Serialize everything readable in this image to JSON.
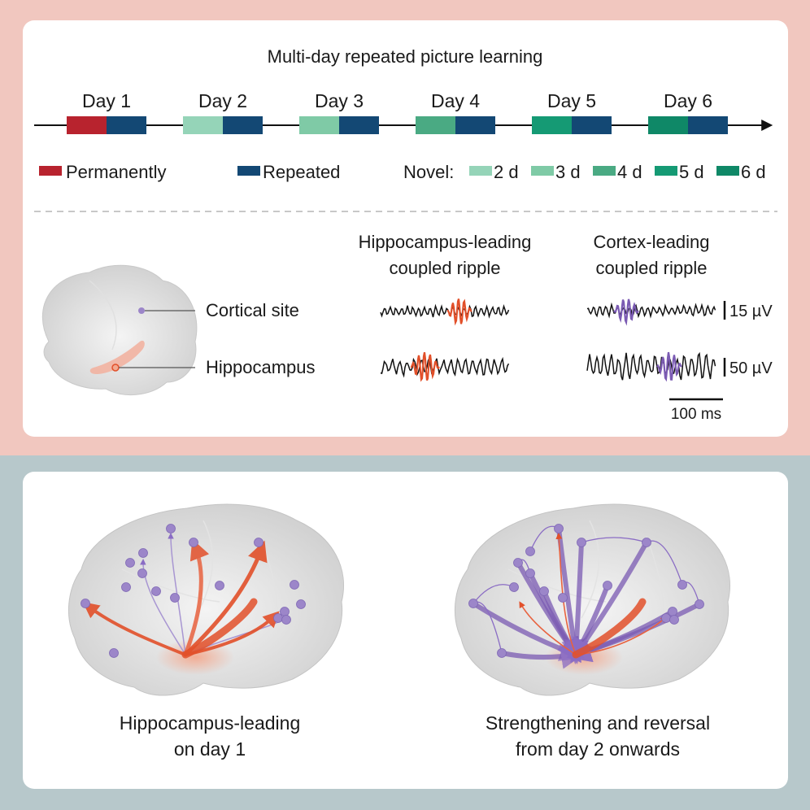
{
  "title": "Multi-day repeated picture learning",
  "days": [
    {
      "label": "Day 1",
      "first": "#b8232e",
      "second": "#134874"
    },
    {
      "label": "Day 2",
      "first": "#95d4b8",
      "second": "#134874"
    },
    {
      "label": "Day 3",
      "first": "#7fcaa6",
      "second": "#134874"
    },
    {
      "label": "Day 4",
      "first": "#4aaa83",
      "second": "#134874"
    },
    {
      "label": "Day 5",
      "first": "#159a74",
      "second": "#134874"
    },
    {
      "label": "Day 6",
      "first": "#0f8867",
      "second": "#134874"
    }
  ],
  "legend": {
    "permanently": {
      "label": "Permanently",
      "color": "#b8232e"
    },
    "repeated": {
      "label": "Repeated",
      "color": "#134874"
    },
    "novel_label": "Novel:",
    "novel": [
      {
        "label": "2 d",
        "color": "#95d4b8"
      },
      {
        "label": "3 d",
        "color": "#7fcaa6"
      },
      {
        "label": "4 d",
        "color": "#4aaa83"
      },
      {
        "label": "5 d",
        "color": "#159a74"
      },
      {
        "label": "6 d",
        "color": "#0f8867"
      }
    ]
  },
  "brain_labels": {
    "cortical": "Cortical site",
    "hippocampus": "Hippocampus"
  },
  "ripple_headers": {
    "hippo_line1": "Hippocampus-leading",
    "hippo_line2": "coupled ripple",
    "cortex_line1": "Cortex-leading",
    "cortex_line2": "coupled ripple"
  },
  "scales": {
    "top": "15 µV",
    "bottom": "50 µV",
    "time": "100 ms"
  },
  "bottom_captions": {
    "left_line1": "Hippocampus-leading",
    "left_line2": "on day 1",
    "right_line1": "Strengthening and reversal",
    "right_line2": "from day 2 onwards"
  },
  "colors": {
    "hippo_accent": "#e2502a",
    "cortex_accent": "#7b5bb3",
    "node": "#9c86c9"
  }
}
